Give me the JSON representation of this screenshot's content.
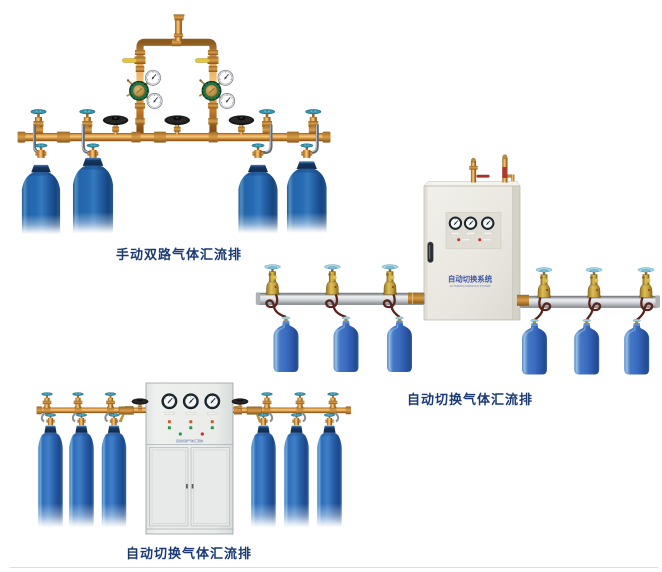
{
  "page": {
    "background": "#ffffff",
    "bottom_rule_color": "#b9c3ca"
  },
  "figures": [
    {
      "id": "manual-dual-manifold",
      "caption": "手动双路气体汇流排",
      "cylinder_count": 4
    },
    {
      "id": "auto-switch-wall-manifold",
      "caption": "自动切换气体汇流排",
      "cabinet_label_cn": "自动切换系统",
      "cabinet_label_en": "AUTOMATIC MANIFOLD SYSTEM",
      "cylinder_count": 6
    },
    {
      "id": "auto-switch-floor-manifold",
      "caption": "自动切换气体汇流排",
      "cabinet_label_cn": "自动切换气体汇流排",
      "cylinder_count": 6
    }
  ],
  "colors": {
    "caption_navy": "#1b3a75",
    "brass": "#c8883a",
    "silver_header": "#c9cdd1",
    "cylinder_blue_dark": "#2a6cb4",
    "bottle_blue": "#3a6cc0",
    "cylinder_blue_light": "#4a88cc",
    "teal_handwheel": "#3e9db5",
    "light_blue_handwheel": "#a8d8ea",
    "regulator_green": "#1e6b3a",
    "black_wheel": "#141414",
    "hose_maroon": "#5e2a22",
    "cabinet_grey": "#ecebe5"
  }
}
